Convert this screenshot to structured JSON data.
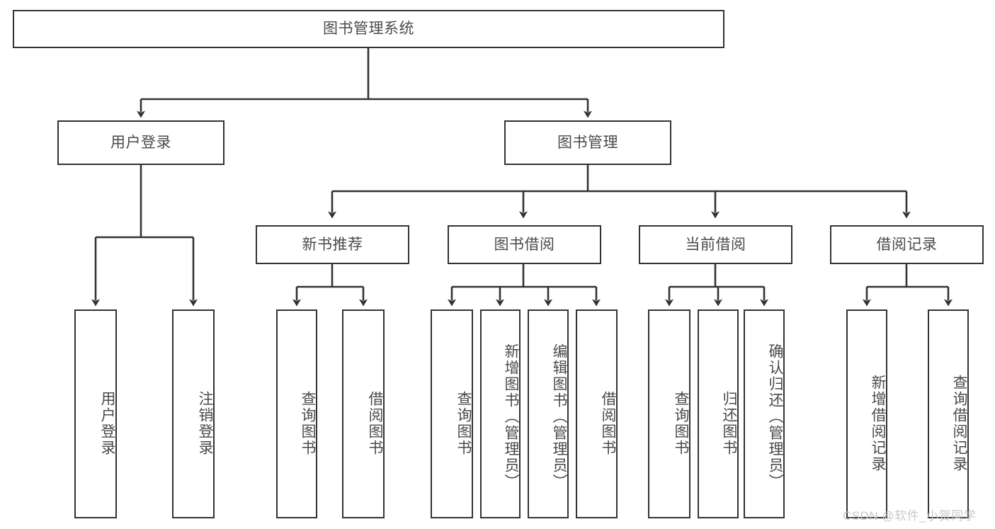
{
  "diagram": {
    "title": "图书管理系统",
    "type": "功能结构图",
    "line_color": "#333333",
    "text_color": "#4a4a4a",
    "background_color": "#ffffff",
    "watermark": "CSDN @软件_小贺同学",
    "nodes": {
      "root": {
        "label": "图书管理系统"
      },
      "level2": [
        {
          "id": "user-login",
          "label": "用户登录"
        },
        {
          "id": "book-manage",
          "label": "图书管理"
        }
      ],
      "level3": [
        {
          "id": "new-book-recommend",
          "label": "新书推荐"
        },
        {
          "id": "book-borrow",
          "label": "图书借阅"
        },
        {
          "id": "current-borrow",
          "label": "当前借阅"
        },
        {
          "id": "borrow-record",
          "label": "借阅记录"
        }
      ],
      "leaves": [
        {
          "id": "leaf-user-login",
          "label": "用户登录",
          "parent": "user-login"
        },
        {
          "id": "leaf-logout-login",
          "label": "注销登录",
          "parent": "user-login"
        },
        {
          "id": "leaf-query-book-1",
          "label": "查询图书",
          "parent": "new-book-recommend"
        },
        {
          "id": "leaf-borrow-book-1",
          "label": "借阅图书",
          "parent": "new-book-recommend"
        },
        {
          "id": "leaf-query-book-2",
          "label": "查询图书",
          "parent": "book-borrow"
        },
        {
          "id": "leaf-add-book",
          "label": "新增图书（管理员）",
          "parent": "book-borrow"
        },
        {
          "id": "leaf-edit-book",
          "label": "编辑图书（管理员）",
          "parent": "book-borrow"
        },
        {
          "id": "leaf-borrow-book-2",
          "label": "借阅图书",
          "parent": "book-borrow"
        },
        {
          "id": "leaf-query-book-3",
          "label": "查询图书",
          "parent": "current-borrow"
        },
        {
          "id": "leaf-return-book",
          "label": "归还图书",
          "parent": "current-borrow"
        },
        {
          "id": "leaf-confirm-return",
          "label": "确认归还（管理员）",
          "parent": "current-borrow"
        },
        {
          "id": "leaf-add-record",
          "label": "新增借阅记录",
          "parent": "borrow-record"
        },
        {
          "id": "leaf-query-record",
          "label": "查询借阅记录",
          "parent": "borrow-record"
        }
      ]
    }
  }
}
